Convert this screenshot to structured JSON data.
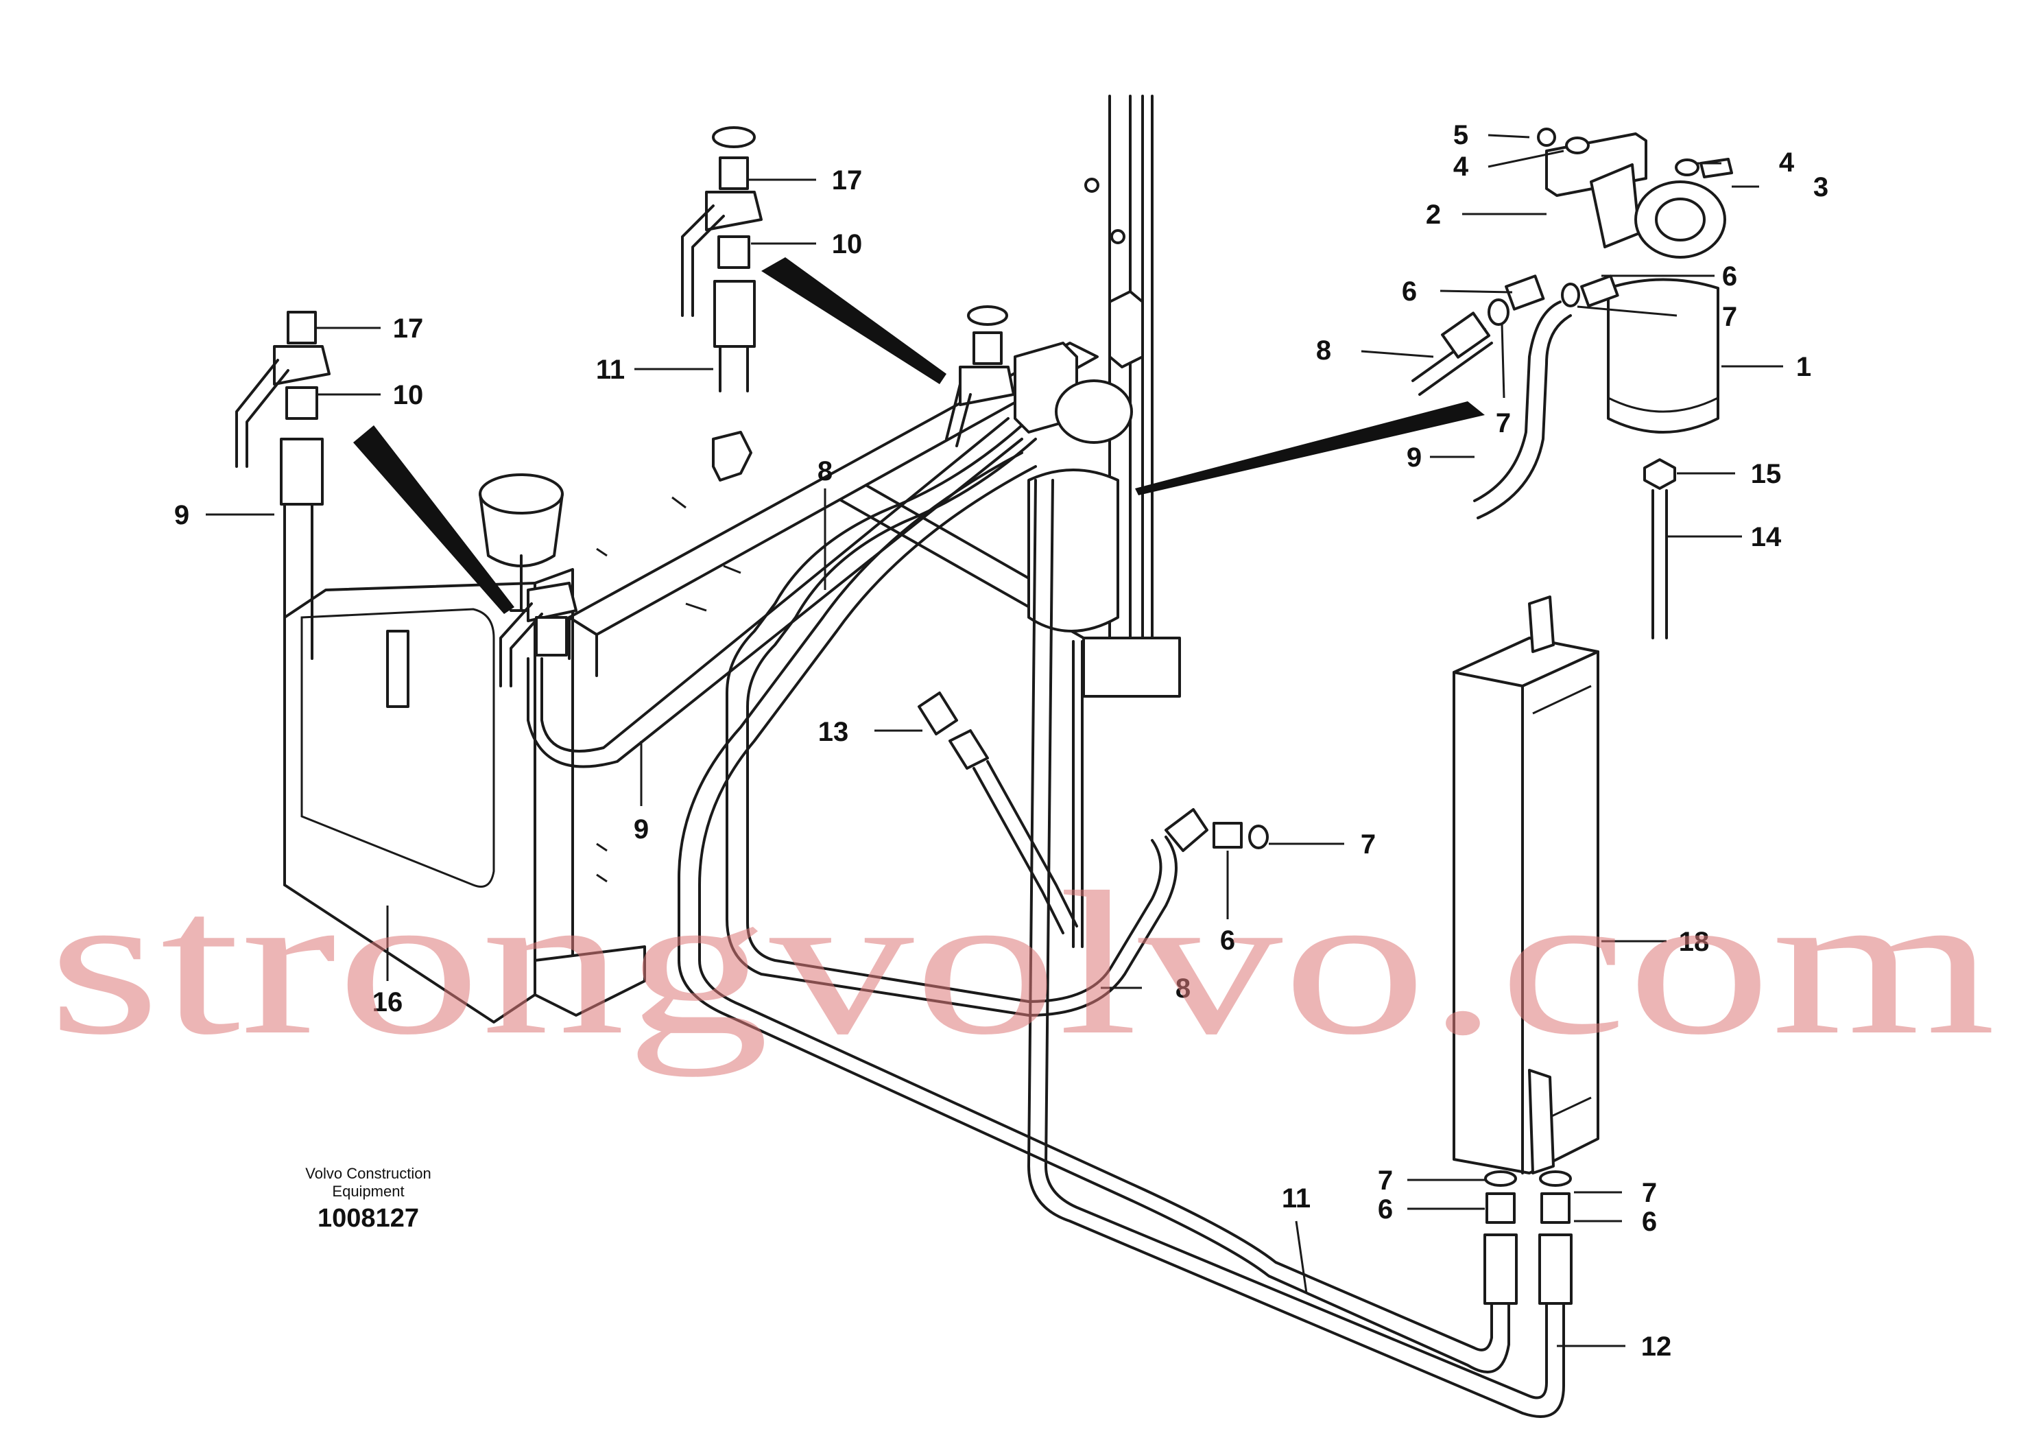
{
  "watermark": "strongvolvo.com",
  "caption": {
    "company_line1": "Volvo Construction",
    "company_line2": "Equipment",
    "drawing_number": "1008127"
  },
  "callouts": [
    {
      "id": "c01",
      "text": "5"
    },
    {
      "id": "c02",
      "text": "4"
    },
    {
      "id": "c03",
      "text": "4"
    },
    {
      "id": "c04",
      "text": "3"
    },
    {
      "id": "c05",
      "text": "2"
    },
    {
      "id": "c06",
      "text": "6"
    },
    {
      "id": "c07",
      "text": "6"
    },
    {
      "id": "c08",
      "text": "7"
    },
    {
      "id": "c09",
      "text": "8"
    },
    {
      "id": "c10",
      "text": "7"
    },
    {
      "id": "c11",
      "text": "1"
    },
    {
      "id": "c12",
      "text": "9"
    },
    {
      "id": "c13",
      "text": "15"
    },
    {
      "id": "c14",
      "text": "14"
    },
    {
      "id": "c15",
      "text": "17"
    },
    {
      "id": "c16",
      "text": "10"
    },
    {
      "id": "c17",
      "text": "11"
    },
    {
      "id": "c18",
      "text": "17"
    },
    {
      "id": "c19",
      "text": "10"
    },
    {
      "id": "c20",
      "text": "9"
    },
    {
      "id": "c21",
      "text": "8"
    },
    {
      "id": "c22",
      "text": "13"
    },
    {
      "id": "c23",
      "text": "9"
    },
    {
      "id": "c24",
      "text": "7"
    },
    {
      "id": "c25",
      "text": "6"
    },
    {
      "id": "c26",
      "text": "16"
    },
    {
      "id": "c27",
      "text": "8"
    },
    {
      "id": "c28",
      "text": "18"
    },
    {
      "id": "c29",
      "text": "7"
    },
    {
      "id": "c30",
      "text": "6"
    },
    {
      "id": "c31",
      "text": "11"
    },
    {
      "id": "c32",
      "text": "7"
    },
    {
      "id": "c33",
      "text": "6"
    },
    {
      "id": "c34",
      "text": "12"
    }
  ]
}
